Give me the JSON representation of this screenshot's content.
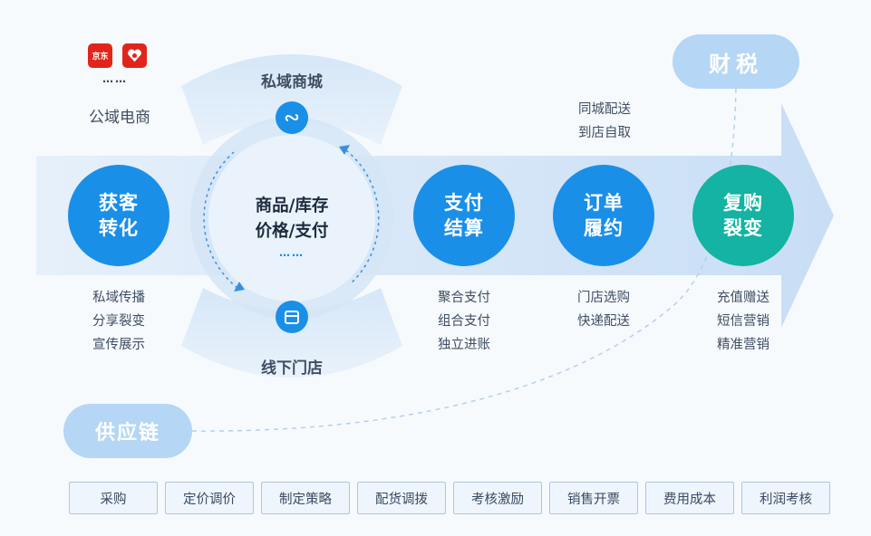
{
  "public": {
    "jd_logo_text": "京东",
    "dots": "……",
    "label": "公域电商"
  },
  "ring": {
    "top_label": "私域商城",
    "bottom_label": "线下门店",
    "center_line1": "商品/库存",
    "center_line2": "价格/支付",
    "center_dots": "……"
  },
  "acquire": {
    "line1": "获客",
    "line2": "转化",
    "items": [
      "私域传播",
      "分享裂变",
      "宣传展示"
    ]
  },
  "pay": {
    "line1": "支付",
    "line2": "结算",
    "items": [
      "聚合支付",
      "组合支付",
      "独立进账"
    ]
  },
  "order": {
    "line1": "订单",
    "line2": "履约",
    "top_items": [
      "同城配送",
      "到店自取"
    ],
    "items": [
      "门店选购",
      "快递配送"
    ]
  },
  "repurchase": {
    "line1": "复购",
    "line2": "裂变",
    "items": [
      "充值赠送",
      "短信营销",
      "精准营销"
    ]
  },
  "tax_label": "财税",
  "supply_label": "供应链",
  "bottom_tags": [
    "采购",
    "定价调价",
    "制定策略",
    "配货调拨",
    "考核激励",
    "销售开票",
    "费用成本",
    "利润考核"
  ],
  "colors": {
    "primary_blue": "#1a8fe8",
    "teal": "#14b3a3",
    "pill_blue": "#b5d6f5",
    "arrow_band": "#d9e9f8"
  }
}
